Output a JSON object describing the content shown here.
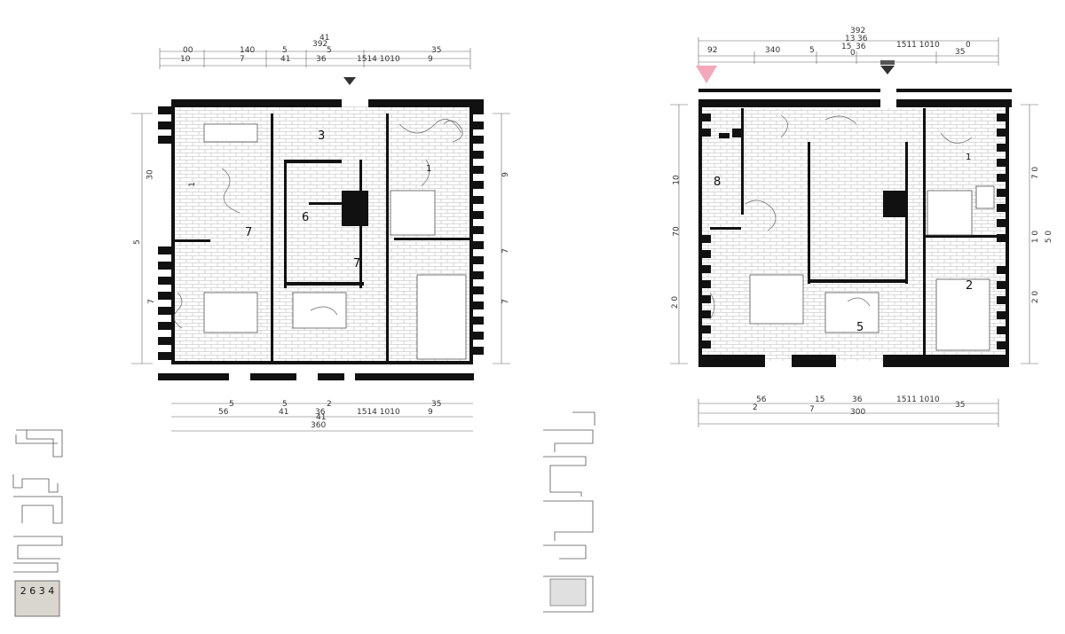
{
  "plan_left": {
    "top_dims_row1": [
      "00",
      "140",
      "5",
      "5",
      "35"
    ],
    "top_dims_row2": [
      "10",
      "7",
      "41",
      "36",
      "1514 1010",
      "9"
    ],
    "top_total": [
      "41",
      "392"
    ],
    "bottom_dims_row1": [
      "5",
      "5",
      "2",
      "35"
    ],
    "bottom_dims_row2": [
      "56",
      "41",
      "36",
      "1514 1010",
      "9"
    ],
    "bottom_total": [
      "41",
      "360"
    ],
    "left_dims": [
      "30",
      "1",
      "5",
      "7"
    ],
    "right_dims": [
      "9",
      "7",
      "7"
    ],
    "room_labels": [
      "3",
      "1",
      "7",
      "6",
      "7"
    ]
  },
  "plan_right": {
    "top_total": "392",
    "top_dims_row1": [
      "13",
      "36"
    ],
    "top_dims_row2": [
      "92",
      "340",
      "5",
      "15",
      "36",
      "0",
      "1511 1010",
      "0",
      "35"
    ],
    "bottom_dims_row1": [
      "56",
      "15",
      "36",
      "1511 1010",
      "35"
    ],
    "bottom_dims_row2": [
      "2",
      "7",
      "300"
    ],
    "left_dims": [
      "10",
      "70",
      "2 0"
    ],
    "right_dims": [
      "7 0",
      "5 0",
      "1 0",
      "2 0"
    ],
    "room_labels": [
      "8",
      "1",
      "2",
      "5"
    ]
  },
  "legend_left": {
    "swatch_text": "2 6 3 4",
    "swatch_color": "#d9d6d0"
  },
  "colors": {
    "wall": "#111111",
    "hatch": "#9a9a9a",
    "marker_pink": "#f4a7b9",
    "marker_dark": "#333333"
  }
}
